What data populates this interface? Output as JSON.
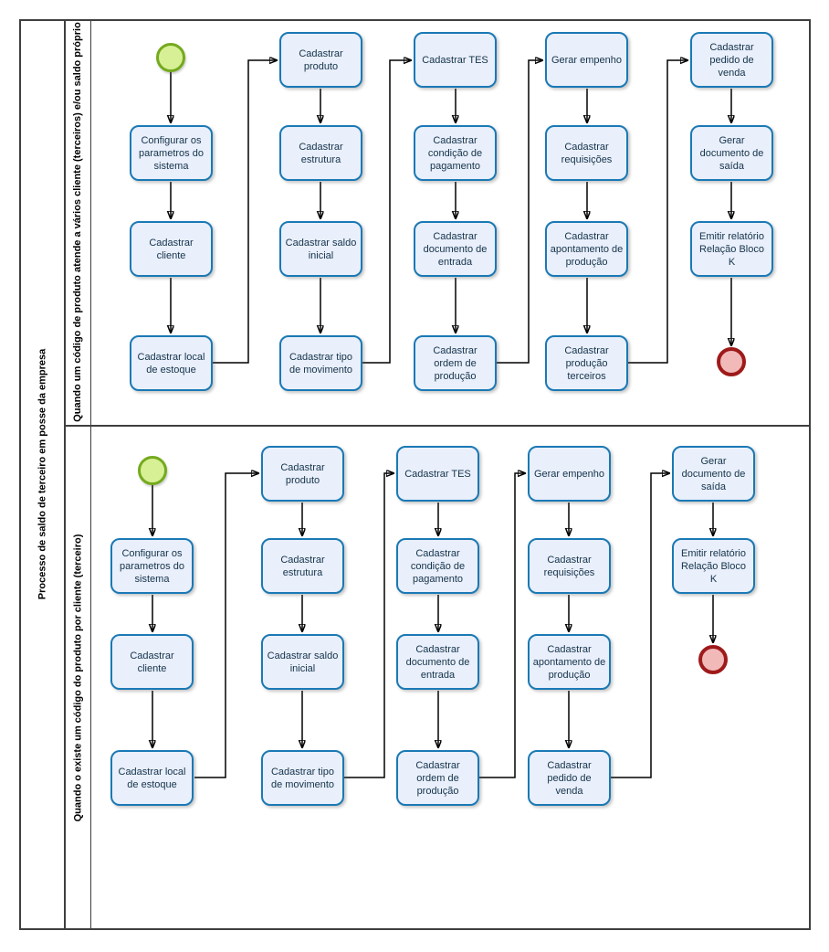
{
  "pool": {
    "title": "Processo de saldo de terceiro em posse da empresa"
  },
  "lanes": [
    {
      "title": "Quando um código de produto atende a vários cliente (terceiros) e/ou saldo próprio",
      "tasks": [
        {
          "label": "Configurar os parametros do sistema"
        },
        {
          "label": "Cadastrar cliente"
        },
        {
          "label": "Cadastrar local de estoque"
        },
        {
          "label": "Cadastrar produto"
        },
        {
          "label": "Cadastrar estrutura"
        },
        {
          "label": "Cadastrar saldo inicial"
        },
        {
          "label": "Cadastrar tipo de movimento"
        },
        {
          "label": "Cadastrar TES"
        },
        {
          "label": "Cadastrar condição de pagamento"
        },
        {
          "label": "Cadastrar documento de entrada"
        },
        {
          "label": "Cadastrar ordem de produção"
        },
        {
          "label": "Gerar empenho"
        },
        {
          "label": "Cadastrar requisições"
        },
        {
          "label": "Cadastrar apontamento de produção"
        },
        {
          "label": "Cadastrar produção terceiros"
        },
        {
          "label": "Cadastrar pedido de venda"
        },
        {
          "label": "Gerar documento de saída"
        },
        {
          "label": "Emitir relatório Relação Bloco K"
        }
      ]
    },
    {
      "title": "Quando o existe um código do produto por cliente (terceiro)",
      "tasks": [
        {
          "label": "Configurar os parametros do sistema"
        },
        {
          "label": "Cadastrar cliente"
        },
        {
          "label": "Cadastrar local de estoque"
        },
        {
          "label": "Cadastrar produto"
        },
        {
          "label": "Cadastrar estrutura"
        },
        {
          "label": "Cadastrar saldo inicial"
        },
        {
          "label": "Cadastrar tipo de movimento"
        },
        {
          "label": "Cadastrar TES"
        },
        {
          "label": "Cadastrar condição de pagamento"
        },
        {
          "label": "Cadastrar documento de entrada"
        },
        {
          "label": "Cadastrar ordem de produção"
        },
        {
          "label": "Gerar empenho"
        },
        {
          "label": "Cadastrar requisições"
        },
        {
          "label": "Cadastrar apontamento de produção"
        },
        {
          "label": "Cadastrar pedido de venda"
        },
        {
          "label": "Gerar documento de saída"
        },
        {
          "label": "Emitir relatório Relação Bloco K"
        }
      ]
    }
  ],
  "colors": {
    "task_fill": "#e9effb",
    "task_border": "#1a79b5",
    "start_fill": "#d8f095",
    "start_border": "#74aa1e",
    "end_fill": "#f2b9b9",
    "end_border": "#9e1a1a",
    "frame": "#3f3f3f"
  }
}
